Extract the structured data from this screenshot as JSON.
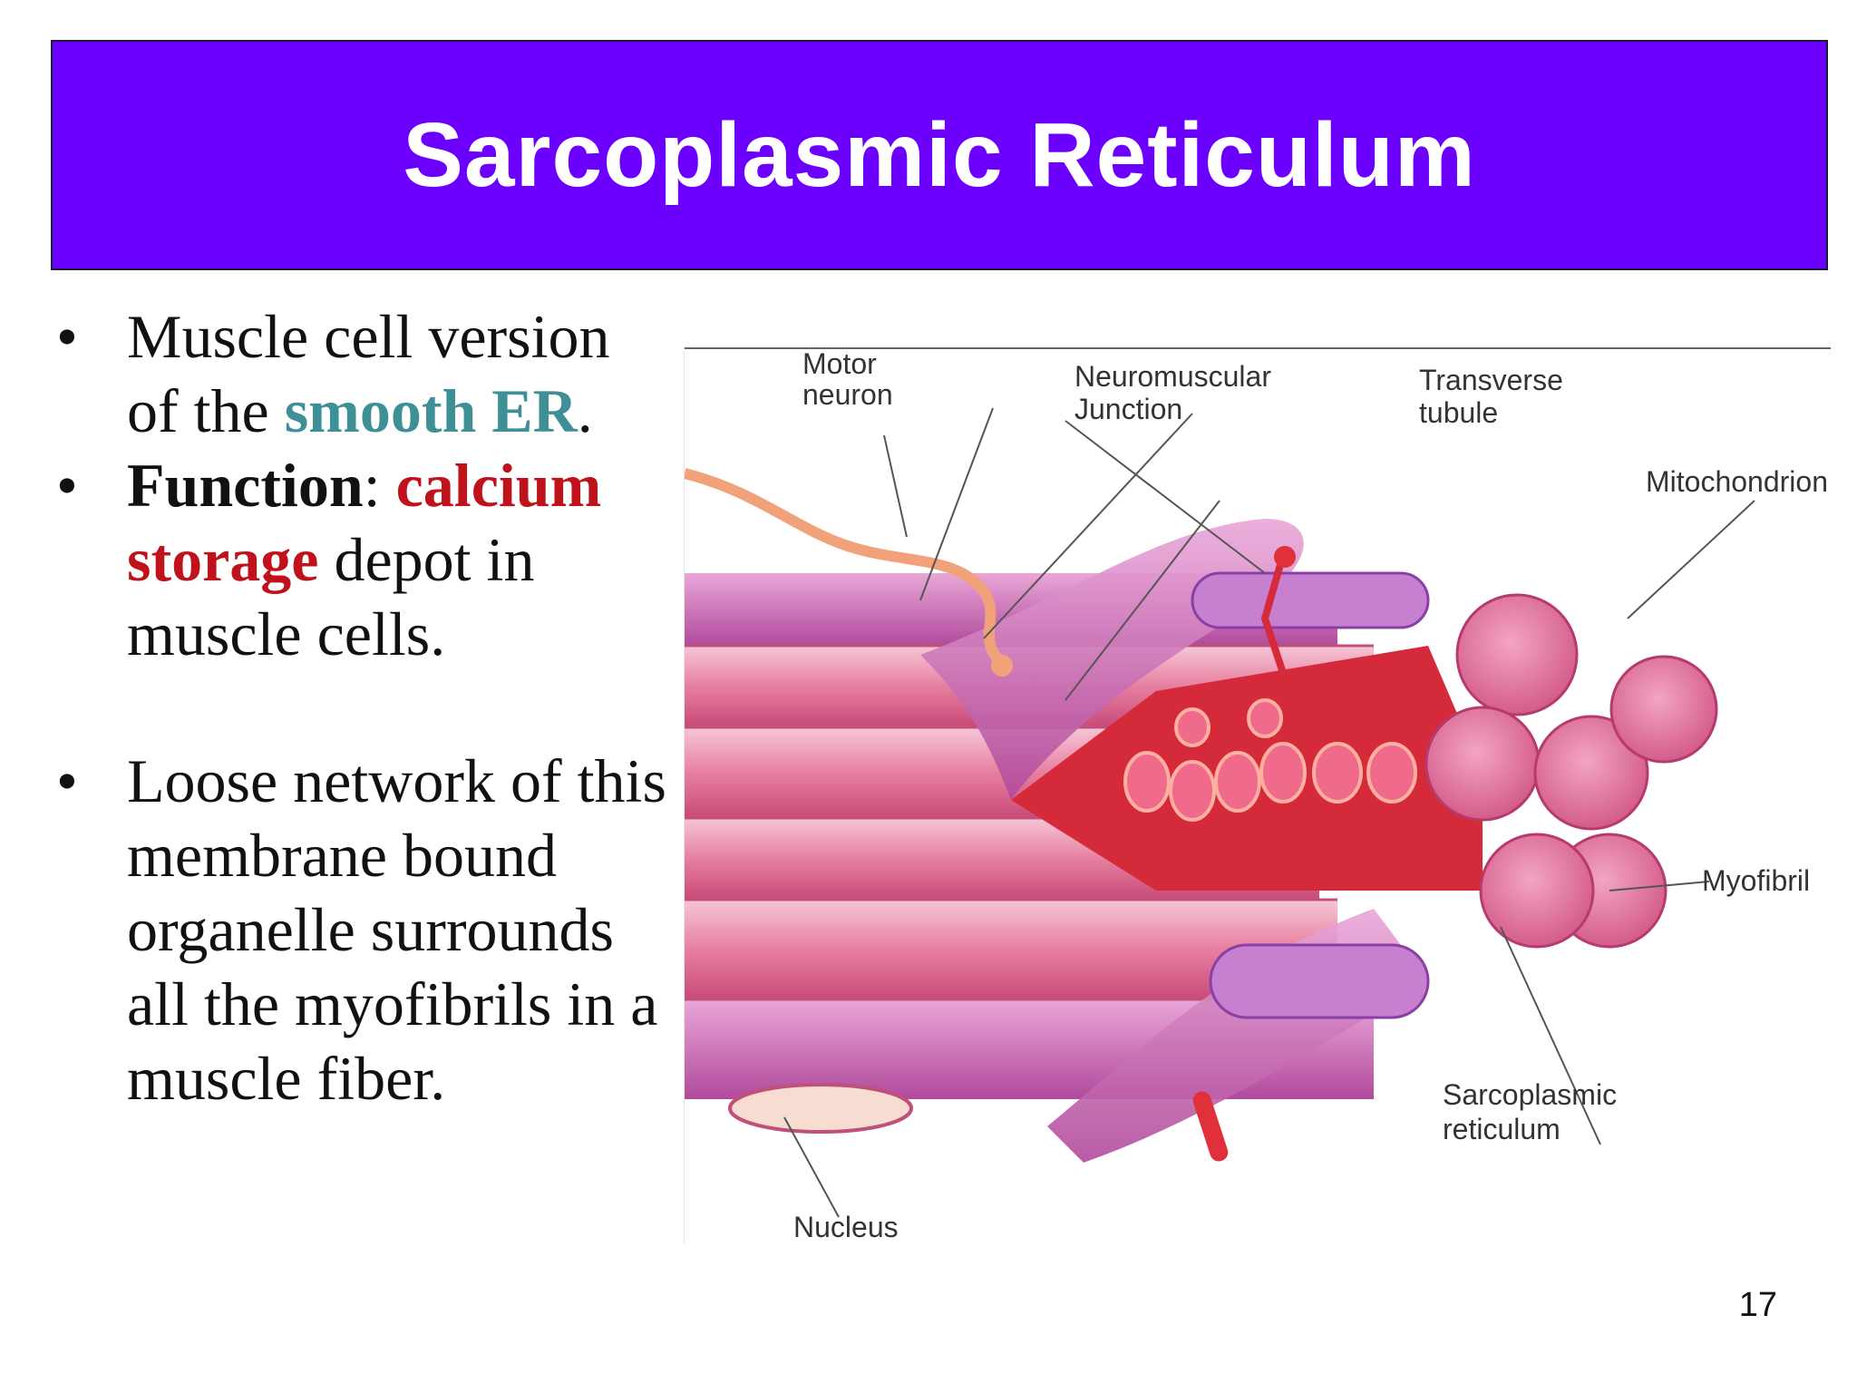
{
  "title": "Sarcoplasmic Reticulum",
  "bullets": {
    "b1": {
      "text1": "Muscle cell version of the ",
      "highlight": "smooth ER",
      "text2": "."
    },
    "b2": {
      "bold": "Function",
      "text1": ": ",
      "highlight": "calcium storage",
      "text2": " depot in muscle cells."
    },
    "b3": {
      "text": "Loose network of this membrane bound organelle surrounds all the myofibrils in a muscle fiber."
    }
  },
  "figure_labels": {
    "motor_neuron_1": "Motor",
    "motor_neuron_2": "neuron",
    "nmj_1": "Neuromuscular",
    "nmj_2": "Junction",
    "ttubule_1": "Transverse",
    "ttubule_2": "tubule",
    "mitochondrion": "Mitochondrion",
    "myofibril": "Myofibril",
    "sr_1": "Sarcoplasmic",
    "sr_2": "reticulum",
    "nucleus": "Nucleus"
  },
  "page_number": "17",
  "colors": {
    "title_bg": "#6b00ff",
    "teal": "#3e8f96",
    "red": "#c0121a"
  }
}
